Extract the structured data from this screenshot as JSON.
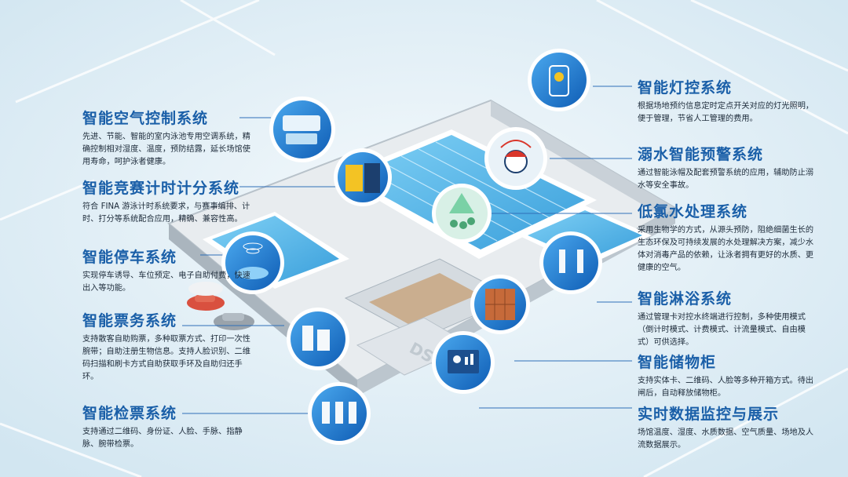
{
  "colors": {
    "title": "#1a5fa8",
    "text": "#1d2b3a",
    "background": "#dcebf4",
    "pool": "#4fb3e8",
    "badge_blue": "#1e78d2"
  },
  "left_systems": [
    {
      "title": "智能空气控制系统",
      "desc": "先进、节能、智能的室内泳池专用空调系统，精确控制相对湿度、温度，预防结露，延长场馆使用寿命，呵护泳者健康。",
      "icon": "air-conditioner-icon"
    },
    {
      "title": "智能竞赛计时计分系统",
      "desc": "符合 FINA 游泳计时系统要求，与赛事编排、计时、打分等系统配合应用，精确、兼容性高。",
      "icon": "scoreboard-icon"
    },
    {
      "title": "智能停车系统",
      "desc": "实现停车诱导、车位预定、电子自助付费，快速出入等功能。",
      "icon": "car-icon"
    },
    {
      "title": "智能票务系统",
      "desc": "支持散客自助购票，多种取票方式、打印一次性腕带；自助注册生物信息。支持人脸识别、二维码扫描和刷卡方式自助获取手环及自助归还手环。",
      "icon": "ticket-kiosk-icon"
    },
    {
      "title": "智能检票系统",
      "desc": "支持通过二维码、身份证、人脸、手脉、指静脉、腕带检票。",
      "icon": "turnstile-icon"
    }
  ],
  "right_systems": [
    {
      "title": "智能灯控系统",
      "desc": "根据场地预约信息定时定点开关对应的灯光照明，便于管理，节省人工管理的费用。",
      "icon": "lightbulb-icon"
    },
    {
      "title": "溺水智能预警系统",
      "desc": "通过智能泳帽及配套预警系统的应用，辅助防止溺水等安全事故。",
      "icon": "swim-cap-icon"
    },
    {
      "title": "低氯水处理系统",
      "desc": "采用生物学的方式，从源头预防，阻绝细菌生长的生态环保及可持续发展的水处理解决方案，减少水体对消毒产品的依赖，让泳者拥有更好的水质、更健康的空气。",
      "icon": "water-treatment-icon"
    },
    {
      "title": "智能淋浴系统",
      "desc": "通过管理卡对控水终端进行控制，多种使用模式（倒计时模式、计费模式、计流量模式、自由模式）可供选择。",
      "icon": "shower-icon"
    },
    {
      "title": "智能储物柜",
      "desc": "支持实体卡、二维码、人脸等多种开箱方式。待出闸后，自动释放储物柜。",
      "icon": "locker-icon"
    },
    {
      "title": "实时数据监控与展示",
      "desc": "场馆温度、湿度、水质数据、空气质量、场地及人流数据展示。",
      "icon": "dashboard-icon"
    }
  ],
  "labels": {
    "brand": "DSL"
  }
}
